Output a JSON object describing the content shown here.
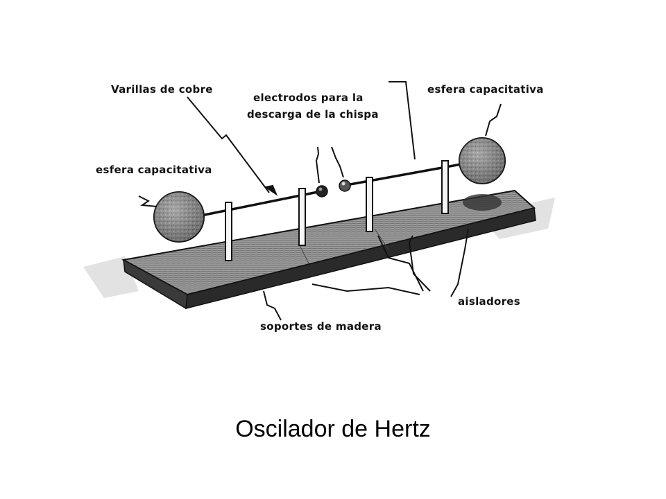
{
  "labels": {
    "varillas": "Varillas de cobre",
    "electrodos_l1": "electrodos para la",
    "electrodos_l2": "descarga de la chispa",
    "esfera_right": "esfera capacitativa",
    "esfera_left": "esfera capacitativa",
    "aisladores": "aisladores",
    "soportes": "soportes de madera"
  },
  "caption": "Oscilador de Hertz",
  "colors": {
    "ink": "#111111",
    "background": "#ffffff"
  }
}
